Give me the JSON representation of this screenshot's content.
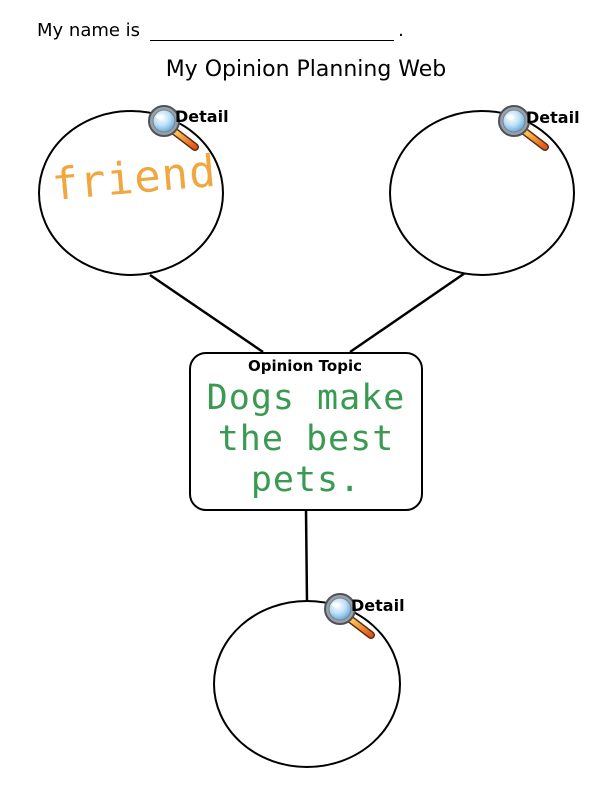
{
  "header": {
    "name_prompt": "My name is",
    "name_end": "."
  },
  "title": "My Opinion Planning Web",
  "web": {
    "topic_label": "Opinion Topic",
    "topic_text_lines": [
      "Dogs make",
      "the best",
      "pets."
    ],
    "details": [
      {
        "label": "Detail",
        "text": "friend"
      },
      {
        "label": "Detail",
        "text": ""
      },
      {
        "label": "Detail",
        "text": ""
      }
    ]
  },
  "colors": {
    "detail_writing": "#f1a740",
    "topic_writing": "#3a9a52",
    "lines": "#000000"
  },
  "icons": [
    "magnifying-glass-icon"
  ]
}
